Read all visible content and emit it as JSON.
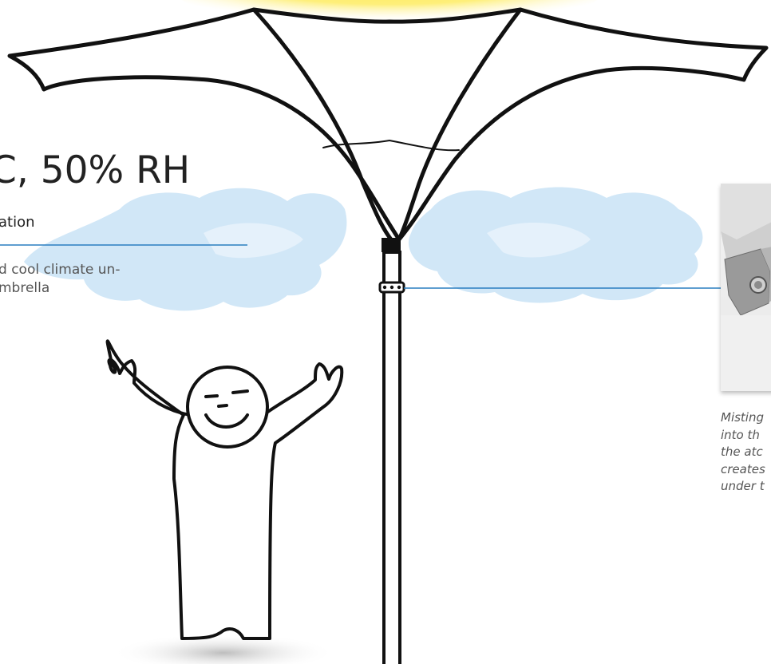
{
  "heading": "C, 50% RH",
  "subheading": "ation",
  "body_lines": [
    "d cool climate un-",
    "mbrella"
  ],
  "caption_lines": [
    "Misting",
    "into th",
    "the atc",
    "creates",
    "under t"
  ],
  "colors": {
    "sun": "#fde84a",
    "sun_glow": "#fff6a8",
    "cloud": "#cfe6f7",
    "cloud_light": "#e4f1fb",
    "outline": "#111111",
    "leader_line": "#2a7fc0",
    "shadow": "#c9c9c9"
  },
  "icons": {
    "sun": "sun-icon",
    "cloud": "mist-cloud-icon",
    "person": "happy-person-icon",
    "umbrella": "umbrella-icon",
    "device": "misting-device-photo"
  }
}
